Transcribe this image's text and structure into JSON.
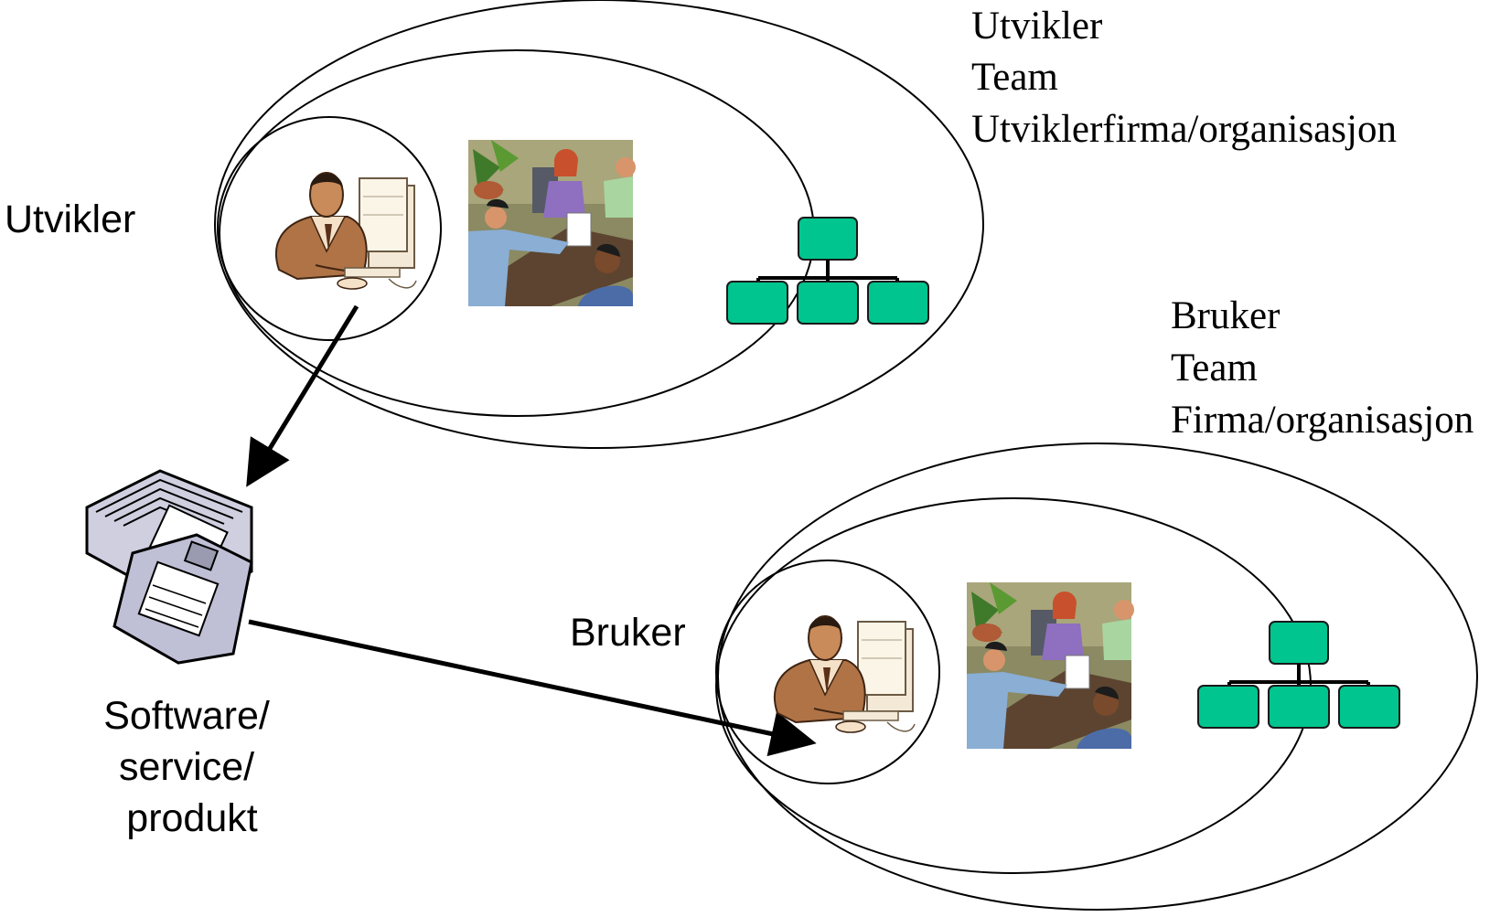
{
  "developer_side": {
    "person_label": "Utvikler",
    "levels": [
      "Utvikler",
      "Team",
      "Utviklerfirma/organisasjon"
    ]
  },
  "user_side": {
    "person_label": "Bruker",
    "levels": [
      "Bruker",
      "Team",
      "Firma/organisasjon"
    ]
  },
  "product": {
    "label_lines": [
      "Software/",
      "service/",
      "produkt"
    ]
  },
  "colors": {
    "org_chart_fill": "#00c58e",
    "line": "#000000",
    "background": "#ffffff"
  },
  "icons": {
    "person": "person-at-computer-icon",
    "team": "team-meeting-icon",
    "organization": "org-chart-icon",
    "product": "floppy-disks-icon"
  }
}
